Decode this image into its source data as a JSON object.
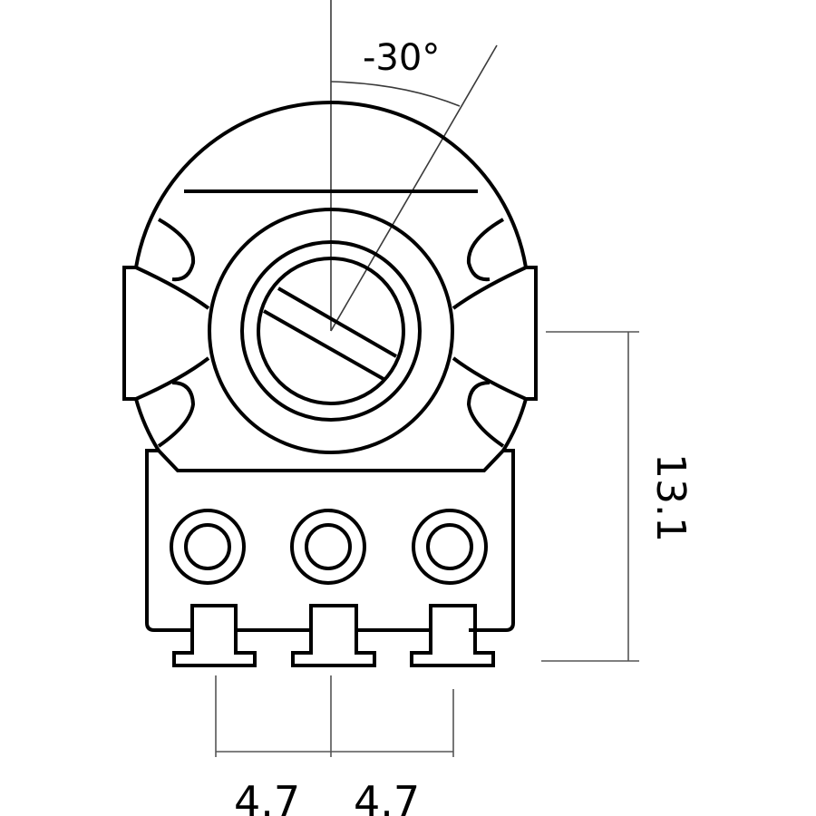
{
  "drawing": {
    "subject": "Rotary potentiometer (front view)",
    "stroke_color": "#000000",
    "dimension_line_color": "#555555",
    "background": "#ffffff"
  },
  "annotations": {
    "angle_label": "-30°",
    "height_label": "13.1",
    "pitch_left_label": "4.7",
    "pitch_right_label": "4.7"
  },
  "components": {
    "terminals": [
      {
        "name": "terminal-1"
      },
      {
        "name": "terminal-2"
      },
      {
        "name": "terminal-3"
      }
    ],
    "mount_holes": [
      {
        "name": "mount-hole-1"
      },
      {
        "name": "mount-hole-2"
      },
      {
        "name": "mount-hole-3"
      }
    ]
  }
}
